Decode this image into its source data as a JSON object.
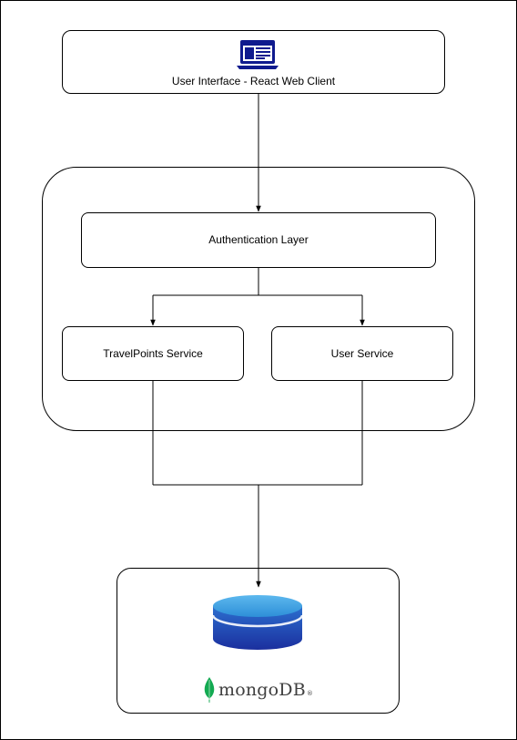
{
  "client": {
    "label": "User Interface - React Web Client",
    "icon": "web-browser-icon",
    "icon_color": "#0f1a8e"
  },
  "backend": {
    "auth_label": "Authentication Layer",
    "services": [
      {
        "label": "TravelPoints Service"
      },
      {
        "label": "User Service"
      }
    ]
  },
  "database": {
    "icon": "database-cylinder-icon",
    "logo_text": "mongoDB",
    "logo_mark": "®",
    "cylinder_colors": {
      "top": "#3ea0e4",
      "body": "#1b2f9e",
      "ring": "#ffffff"
    },
    "leaf_color": "#13aa52"
  }
}
